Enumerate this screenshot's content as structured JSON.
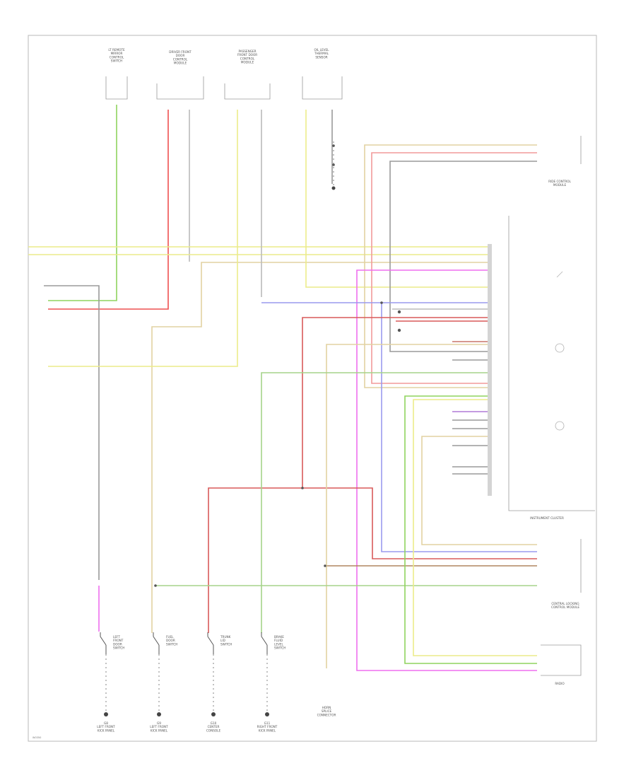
{
  "diagram": {
    "figure_id": "W0350",
    "colors": {
      "green": "#8fd45e",
      "red": "#ee5050",
      "pale_red": "#f29a9a",
      "yellow": "#ecec8a",
      "tan": "#e2d2a2",
      "brown": "#b08660",
      "gray": "#9a9a9a",
      "blue": "#9a9aee",
      "violet": "#b07ad6",
      "magenta": "#ef6fef",
      "green_white": "#a5d48a",
      "red_brown": "#c8746a"
    },
    "components": [
      {
        "id": "c1",
        "lines": [
          "LT REMOTE",
          "MIRROR",
          "CONTROL",
          "SWITCH"
        ]
      },
      {
        "id": "c2",
        "lines": [
          "DRIVER FRONT",
          "DOOR",
          "CONTROL",
          "MODULE"
        ]
      },
      {
        "id": "c3",
        "lines": [
          "PASSENGER",
          "FRONT DOOR",
          "CONTROL",
          "MODULE"
        ]
      },
      {
        "id": "c4",
        "lines": [
          "OIL LEVEL",
          "THERMAL",
          "SENSOR"
        ]
      },
      {
        "id": "c5",
        "lines": [
          "RIDE CONTROL",
          "MODULE"
        ]
      },
      {
        "id": "c6",
        "lines": [
          "INSTRUMENT CLUSTER"
        ]
      },
      {
        "id": "c7",
        "lines": [
          "CENTRAL LOCKING",
          "CONTROL MODULE"
        ]
      },
      {
        "id": "c8",
        "lines": [
          "RADIO"
        ]
      }
    ],
    "switches": [
      {
        "id": "s1",
        "lines": [
          "LEFT",
          "FRONT",
          "DOOR",
          "SWITCH"
        ]
      },
      {
        "id": "s2",
        "lines": [
          "FUEL",
          "DOOR",
          "SWITCH"
        ]
      },
      {
        "id": "s3",
        "lines": [
          "TRUNK",
          "LID",
          "SWITCH"
        ]
      },
      {
        "id": "s4",
        "lines": [
          "BRAKE",
          "FLUID",
          "LEVEL",
          "SWITCH"
        ]
      }
    ],
    "grounds": [
      {
        "id": "g1",
        "lines": [
          "G8",
          "LEFT FRONT",
          "KICK PANEL"
        ]
      },
      {
        "id": "g2",
        "lines": [
          "G9",
          "LEFT FRONT",
          "KICK PANEL"
        ]
      },
      {
        "id": "g3",
        "lines": [
          "G10",
          "CENTER",
          "CONSOLE"
        ]
      },
      {
        "id": "g4",
        "lines": [
          "G11",
          "RIGHT FRONT",
          "KICK PANEL"
        ]
      }
    ],
    "splice": {
      "lines": [
        "HORN",
        "SPLICE",
        "CONNECTOR"
      ]
    }
  }
}
